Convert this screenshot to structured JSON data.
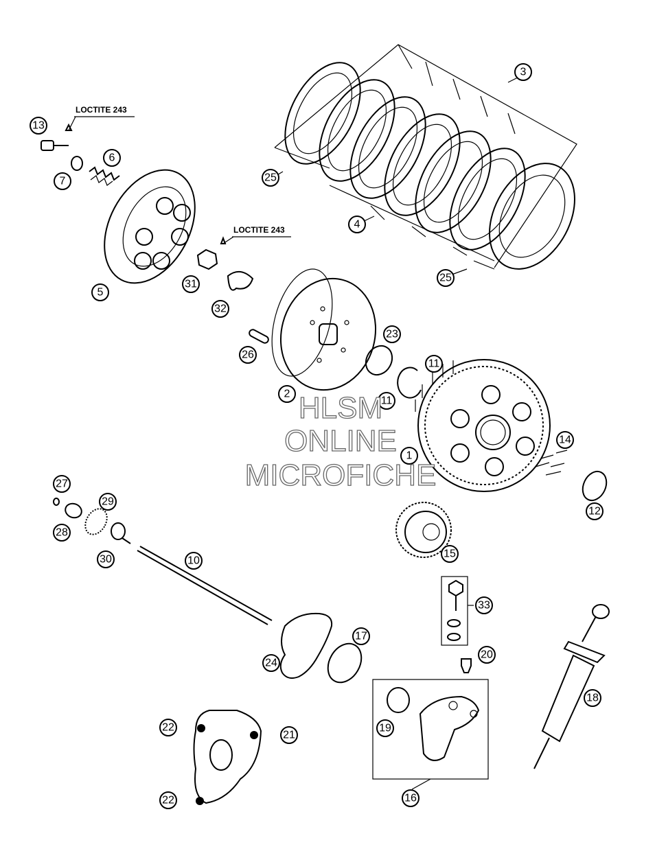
{
  "notes": {
    "loctite_1": "LOCTITE 243",
    "loctite_2": "LOCTITE 243"
  },
  "watermark": {
    "line1": "HLSM",
    "line2": "ONLINE",
    "line3": "MICROFICHE"
  },
  "callouts": {
    "c1": "1",
    "c2": "2",
    "c3": "3",
    "c4": "4",
    "c5": "5",
    "c6": "6",
    "c7": "7",
    "c10": "10",
    "c11a": "11",
    "c11b": "11",
    "c12": "12",
    "c13": "13",
    "c14": "14",
    "c15": "15",
    "c16": "16",
    "c17": "17",
    "c18": "18",
    "c19": "19",
    "c20": "20",
    "c21": "21",
    "c22a": "22",
    "c22b": "22",
    "c23": "23",
    "c24": "24",
    "c25a": "25",
    "c25b": "25",
    "c26": "26",
    "c27": "27",
    "c28": "28",
    "c29": "29",
    "c30": "30",
    "c31": "31",
    "c32": "32",
    "c33": "33"
  }
}
